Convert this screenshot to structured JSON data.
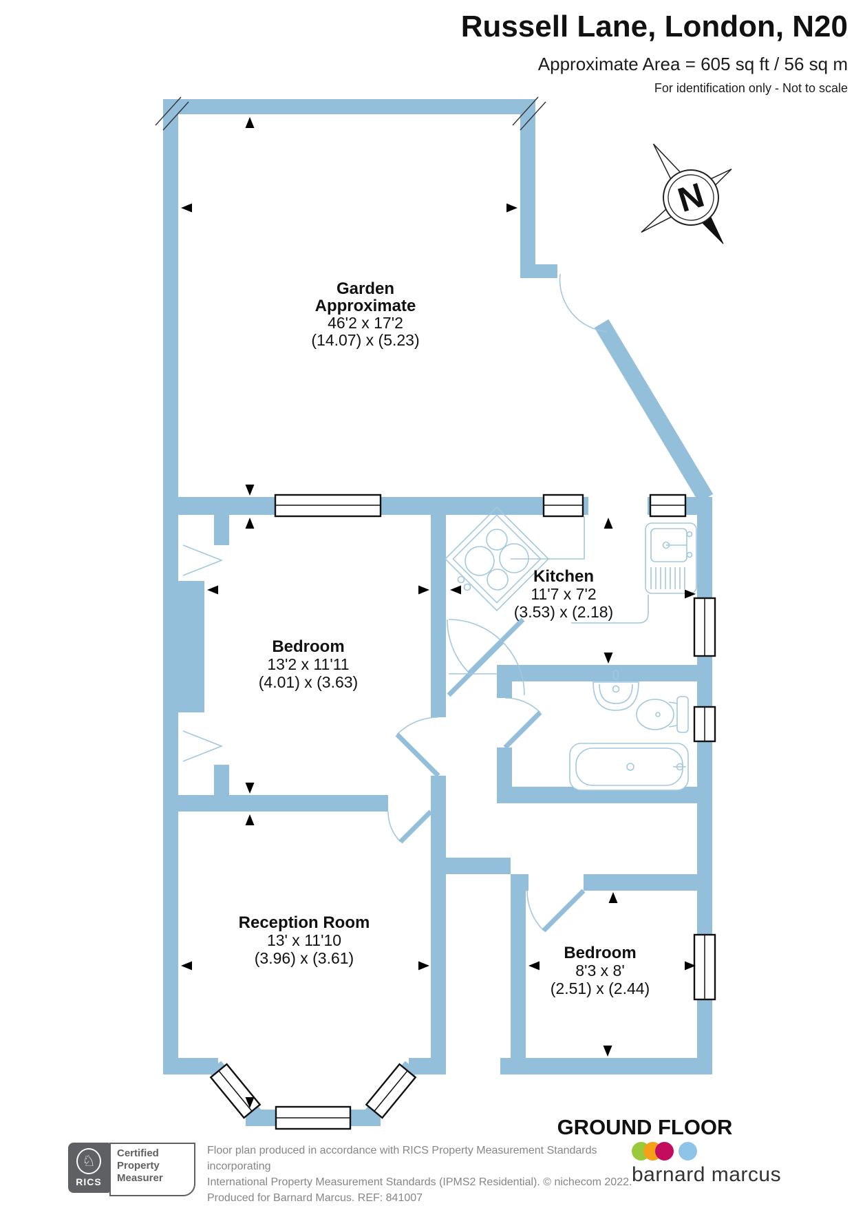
{
  "header": {
    "title": "Russell Lane, London, N20",
    "area": "Approximate Area = 605 sq ft / 56 sq m",
    "note": "For identification only - Not to scale"
  },
  "compass": {
    "north": "N"
  },
  "rooms": {
    "garden": {
      "name": "Garden",
      "qualifier": "Approximate",
      "imperial": "46'2 x 17'2",
      "metric": "(14.07) x (5.23)"
    },
    "bedroom1": {
      "name": "Bedroom",
      "imperial": "13'2 x 11'11",
      "metric": "(4.01) x (3.63)"
    },
    "kitchen": {
      "name": "Kitchen",
      "imperial": "11'7 x 7'2",
      "metric": "(3.53) x (2.18)"
    },
    "reception": {
      "name": "Reception Room",
      "imperial": "13' x 11'10",
      "metric": "(3.96) x (3.61)"
    },
    "bedroom2": {
      "name": "Bedroom",
      "imperial": "8'3 x 8'",
      "metric": "(2.51) x (2.44)"
    }
  },
  "floor_label": "GROUND FLOOR",
  "footer": {
    "rics_label": "RICS",
    "badge_lines": [
      "Certified",
      "Property",
      "Measurer"
    ],
    "disclaimer_lines": [
      "Floor plan produced in accordance with RICS Property Measurement Standards incorporating",
      "International Property Measurement Standards (IPMS2 Residential).   © nichecom 2022.",
      "Produced for Barnard Marcus.   REF: 841007"
    ],
    "brand": "barnard marcus"
  },
  "colors": {
    "wall": "#94bfdb",
    "fixture": "#a3c8de",
    "ink": "#111111",
    "muted": "#868686",
    "badge": "#5f6063",
    "brand-green": "#9aca3c",
    "brand-orange": "#f6a01a",
    "brand-magenta": "#c30c5e",
    "brand-blue": "#8ec4e8"
  }
}
